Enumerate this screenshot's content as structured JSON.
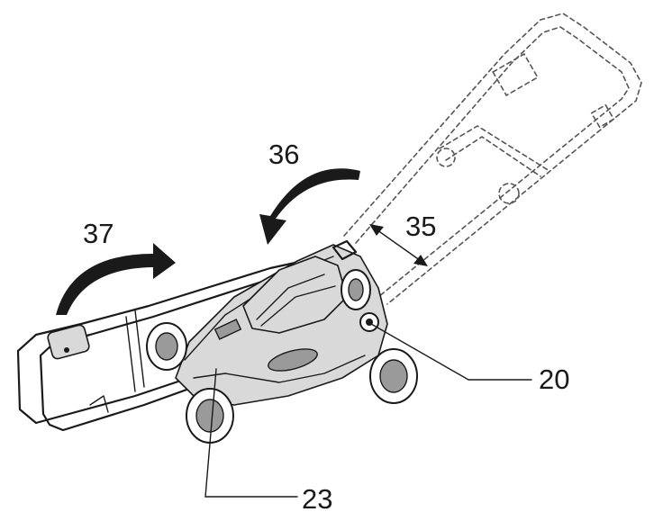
{
  "diagram": {
    "labels": {
      "label_36": "36",
      "label_37": "37",
      "label_35": "35",
      "label_20": "20",
      "label_23": "23"
    },
    "colors": {
      "ink": "#1a1a1a",
      "shade": "#d9d9d9",
      "background": "#ffffff"
    }
  }
}
